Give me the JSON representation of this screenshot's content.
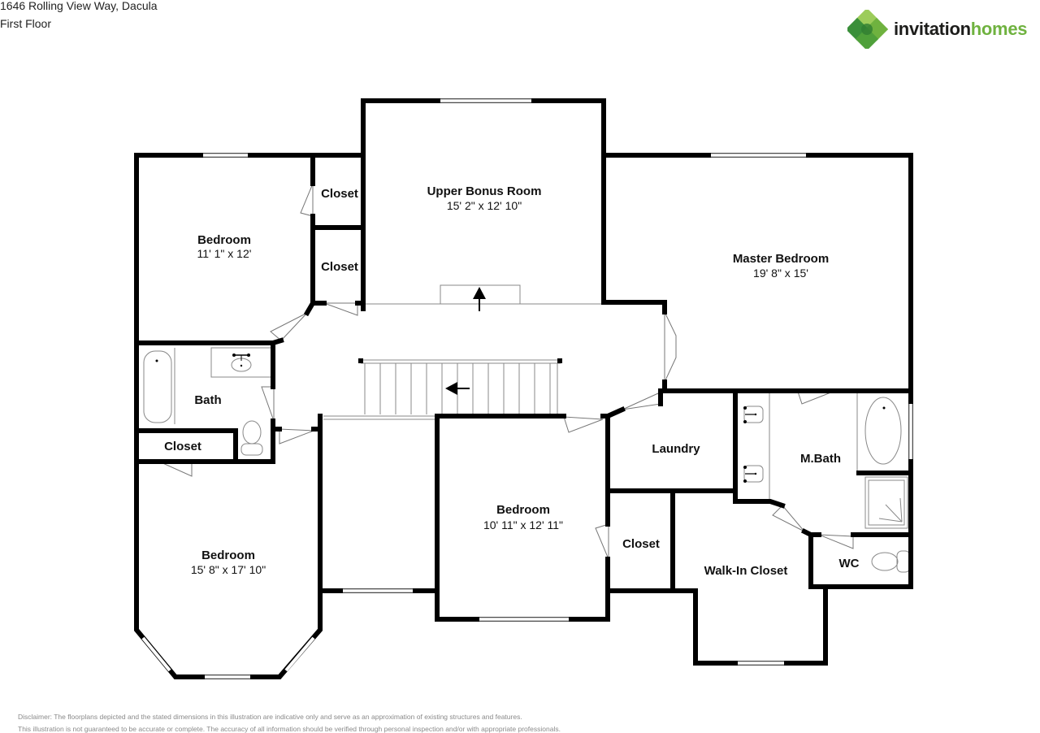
{
  "header": {
    "address": "1646 Rolling View Way, Dacula",
    "floor": "First Floor"
  },
  "logo": {
    "word1": "invitation",
    "word2": "homes",
    "colors": {
      "dark": "#1d1d1b",
      "green": "#6fb23f",
      "green_dark": "#3a8f3a",
      "green_light": "#9ccc5a"
    }
  },
  "rooms": {
    "bedroom_nw": {
      "name": "Bedroom",
      "dims": "11' 1\" x 12'"
    },
    "closet_1": {
      "name": "Closet"
    },
    "closet_2": {
      "name": "Closet"
    },
    "bonus": {
      "name": "Upper Bonus Room",
      "dims": "15' 2\" x 12' 10\""
    },
    "master": {
      "name": "Master Bedroom",
      "dims": "19' 8\" x 15'"
    },
    "bath": {
      "name": "Bath"
    },
    "closet_3": {
      "name": "Closet"
    },
    "bedroom_sw": {
      "name": "Bedroom",
      "dims": "15' 8\" x 17' 10\""
    },
    "bedroom_s": {
      "name": "Bedroom",
      "dims": "10' 11\" x 12' 11\""
    },
    "laundry": {
      "name": "Laundry"
    },
    "mbath": {
      "name": "M.Bath"
    },
    "closet_4": {
      "name": "Closet"
    },
    "walkin": {
      "name": "Walk-In Closet"
    },
    "wc": {
      "name": "WC"
    }
  },
  "disclaimer": {
    "line1": "Disclaimer: The floorplans depicted and the stated dimensions in this illustration are indicative only and serve as an approximation of existing structures and features.",
    "line2": "This illustration is not guaranteed to be accurate or complete. The accuracy of all information should be verified through personal inspection and/or with appropriate professionals."
  }
}
